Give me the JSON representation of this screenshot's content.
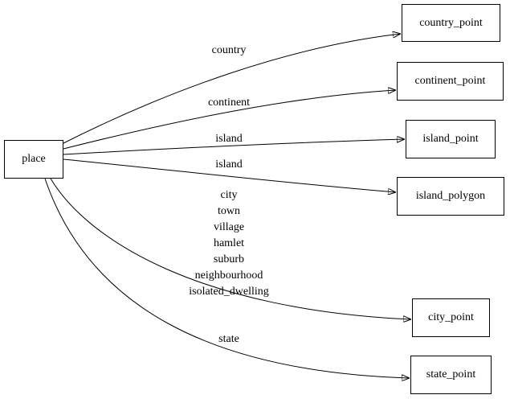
{
  "colors": {
    "background": "#ffffff",
    "foreground": "#000000"
  },
  "diagram": {
    "type": "directed-graph",
    "nodes": {
      "place": {
        "label": "place"
      },
      "country_point": {
        "label": "country_point"
      },
      "continent_point": {
        "label": "continent_point"
      },
      "island_point": {
        "label": "island_point"
      },
      "island_polygon": {
        "label": "island_polygon"
      },
      "city_point": {
        "label": "city_point"
      },
      "state_point": {
        "label": "state_point"
      }
    },
    "edges": [
      {
        "from": "place",
        "to": "country_point",
        "label": "country"
      },
      {
        "from": "place",
        "to": "continent_point",
        "label": "continent"
      },
      {
        "from": "place",
        "to": "island_point",
        "label": "island"
      },
      {
        "from": "place",
        "to": "island_polygon",
        "label": "island"
      },
      {
        "from": "place",
        "to": "city_point",
        "label": "city\ntown\nvillage\nhamlet\nsuburb\nneighbourhood\nisolated_dwelling"
      },
      {
        "from": "place",
        "to": "state_point",
        "label": "state"
      }
    ]
  }
}
